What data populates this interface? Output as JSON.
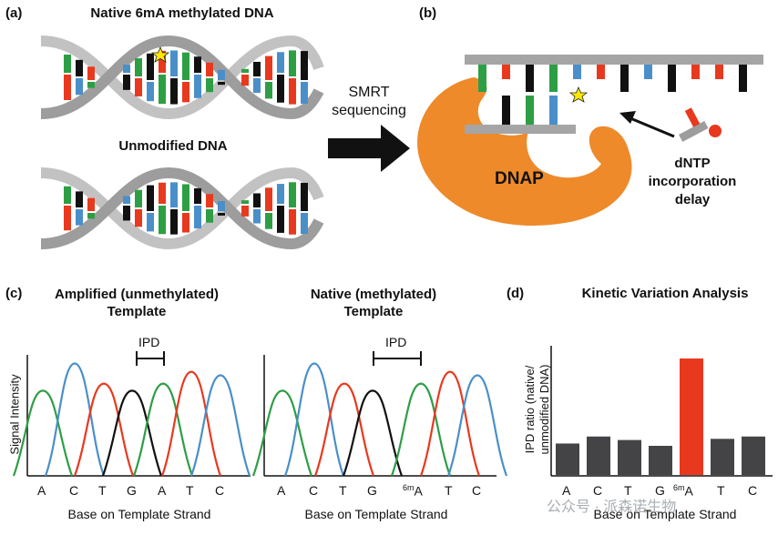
{
  "panel_a": {
    "letter": "(a)",
    "native_title": "Native 6mA methylated DNA",
    "unmodified_title": "Unmodified DNA"
  },
  "arrow": {
    "line1": "SMRT",
    "line2": "sequencing"
  },
  "panel_b": {
    "letter": "(b)",
    "enzyme": "DNAP",
    "delay_line1": "dNTP",
    "delay_line2": "incorporation",
    "delay_line3": "delay"
  },
  "panel_c": {
    "letter": "(c)",
    "left_title_line1": "Amplified (unmethylated)",
    "left_title_line2": "Template",
    "right_title_line1": "Native (methylated)",
    "right_title_line2": "Template",
    "ylabel": "Signal Intensity",
    "ipd_label": "IPD",
    "xlabel": "Base on Template Strand",
    "left_bases": [
      "A",
      "C",
      "T",
      "G",
      "A",
      "T",
      "C"
    ],
    "right_bases": [
      "A",
      "C",
      "T",
      "G",
      "A",
      "T",
      "C"
    ],
    "methyl_superscript": "6m"
  },
  "panel_d": {
    "letter": "(d)",
    "title": "Kinetic Variation Analysis",
    "ylabel_line1": "IPD ratio (native/",
    "ylabel_line2": "unmodified DNA)",
    "xlabel": "Base on Template Strand",
    "bases": [
      "A",
      "C",
      "T",
      "G",
      "A",
      "T",
      "C"
    ],
    "methyl_superscript": "6m"
  },
  "chart_data": {
    "type": "bar",
    "title": "Kinetic Variation Analysis",
    "xlabel": "Base on Template Strand",
    "ylabel": "IPD ratio (native/ unmodified DNA)",
    "categories": [
      "A",
      "C",
      "T",
      "G",
      "6mA",
      "T",
      "C"
    ],
    "values": [
      0.27,
      0.33,
      0.3,
      0.25,
      1.0,
      0.31,
      0.33
    ],
    "colors": [
      "#444447",
      "#444447",
      "#444447",
      "#444447",
      "#e8391f",
      "#444447",
      "#444447"
    ]
  },
  "watermark": "公众号 · 派森诺生物",
  "colors": {
    "green": "#2e9e45",
    "blue": "#4a8fc9",
    "red": "#e8391f",
    "black": "#111111",
    "orange": "#ee8a2a",
    "grey": "#a5a5a5",
    "dark_bar": "#444447"
  }
}
